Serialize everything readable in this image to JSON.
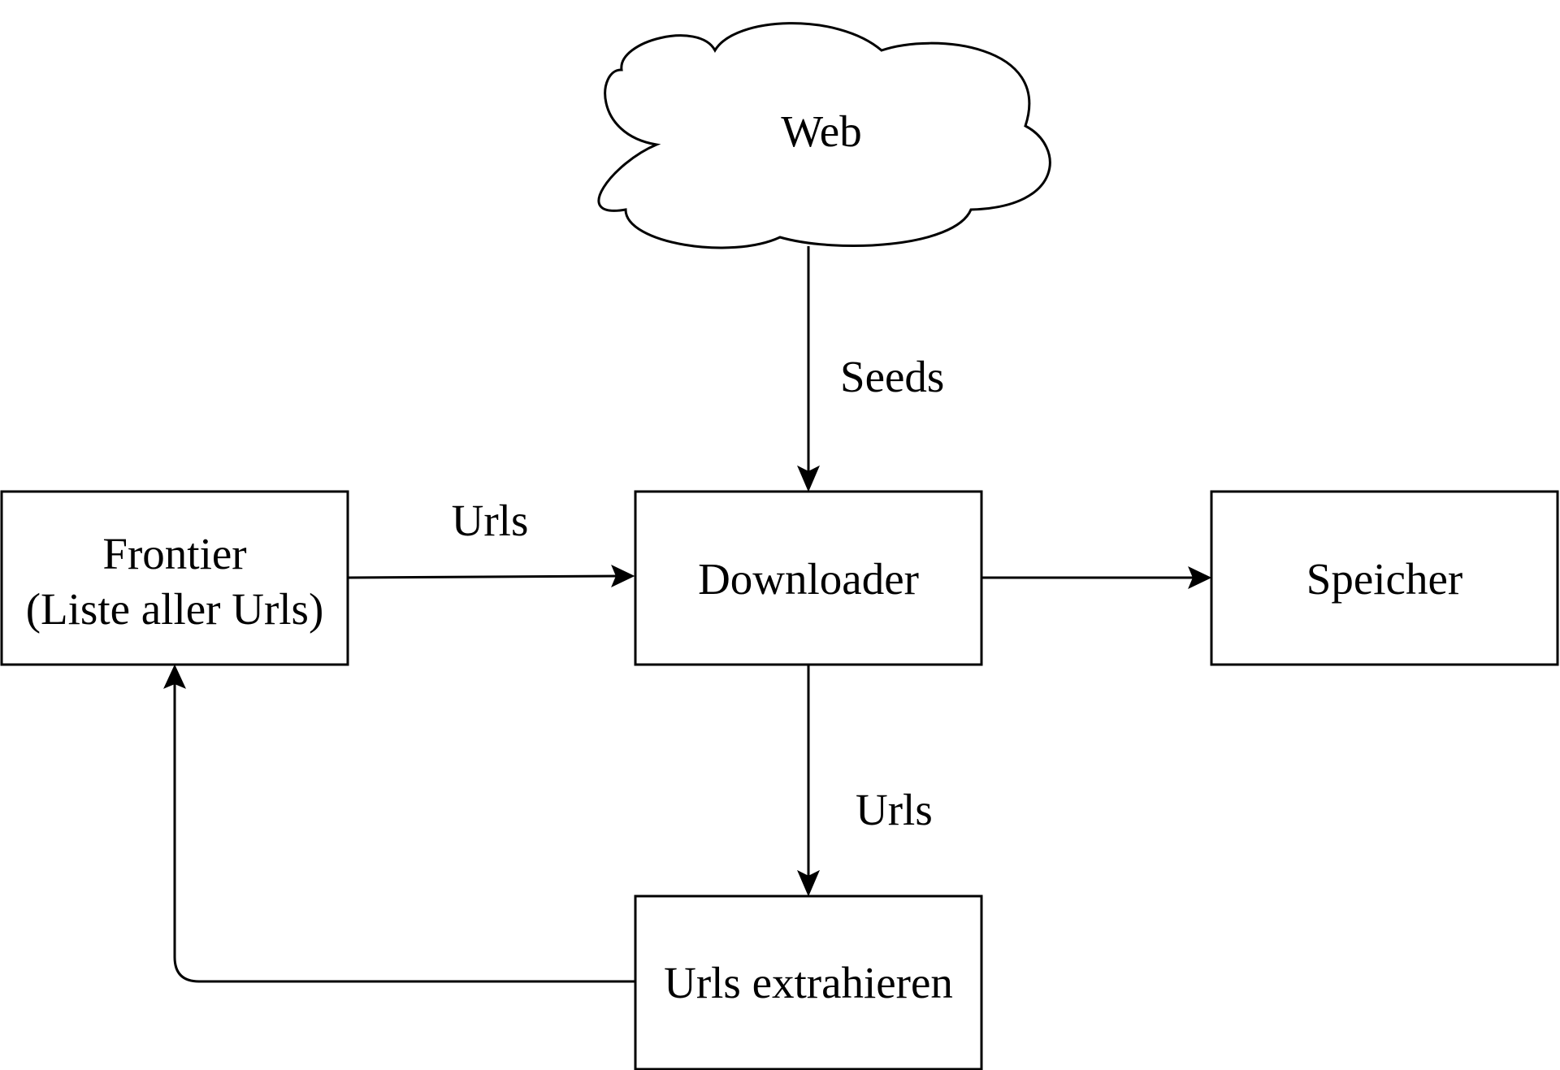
{
  "nodes": {
    "web": {
      "label": "Web"
    },
    "frontier": {
      "label_line1": "Frontier",
      "label_line2": "(Liste aller Urls)"
    },
    "downloader": {
      "label": "Downloader"
    },
    "speicher": {
      "label": "Speicher"
    },
    "extract": {
      "label": "Urls extrahieren"
    }
  },
  "edges": {
    "web_to_downloader": {
      "label": "Seeds"
    },
    "frontier_to_downloader": {
      "label": "Urls"
    },
    "downloader_to_extract": {
      "label": "Urls"
    },
    "downloader_to_speicher": {
      "label": ""
    },
    "extract_to_frontier": {
      "label": ""
    }
  },
  "colors": {
    "stroke": "#000000",
    "fill": "#ffffff",
    "background": "#ffffff"
  }
}
